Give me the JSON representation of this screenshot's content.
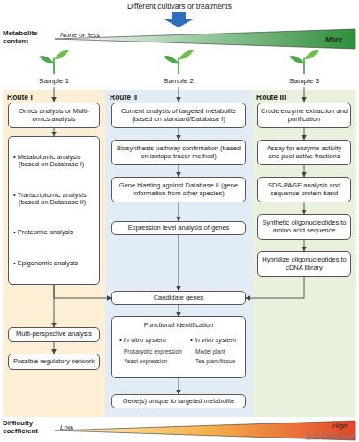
{
  "diagram": {
    "nodes": [
      {
        "text": [
          "Route I"
        ]
      },
      {
        "text": [
          "Omics analysis or Multi-omics analysis"
        ],
        "in": 0
      },
      {
        "text": [
          "• Metabolomic analysis (based on Database I)",
          "• Transcriptomic analysis (based on Database II)",
          "• Proteomic analysis",
          "• Epigenomic analysis"
        ],
        "in": 0
      },
      {
        "text": [
          "Multi-perspective analysis"
        ],
        "in": 0
      },
      {
        "text": [
          "Possible regulatory network"
        ],
        "in": 0
      },
      {
        "text": [
          "Route II"
        ]
      },
      {
        "text": [
          "Content analysis of targeted metabolite (based on standard/Database I)"
        ],
        "in": 5
      },
      {
        "text": [
          "Biosynthesis pathway confirmation (based on isotope tracer method)"
        ],
        "in": 5
      },
      {
        "text": [
          "Gene blasting against Database II (gene information from other species)"
        ],
        "in": 5
      },
      {
        "text": [
          "Expression level analysis of genes"
        ],
        "in": 5
      },
      {
        "text": [
          "Candidate genes"
        ],
        "in": 5
      },
      {
        "text": [
          "Functional identification",
          "• In vitro system",
          "Prokaryotic expression",
          "Yeast expression",
          "• In vivo system",
          "Model plant",
          "Tea plant/tissue"
        ],
        "in": 5
      },
      {
        "text": [
          "Gene(s) unique to targeted metabolite"
        ],
        "in": 5
      },
      {
        "text": [
          "Route III"
        ]
      },
      {
        "text": [
          "Crude enzyme extraction and purification"
        ],
        "in": 13
      },
      {
        "text": [
          "Assay for enzyme activity and pool active fractions"
        ],
        "in": 13
      },
      {
        "text": [
          "SDS-PAGE analysis and sequence protein band"
        ],
        "in": 13
      },
      {
        "text": [
          "Synthetic oligonucleotides to amino acid sequence"
        ],
        "in": 13
      },
      {
        "text": [
          "Hybridize oligonucleotides to cDNA library"
        ],
        "in": 13
      }
    ],
    "edges": [
      {
        "from": 1,
        "to": 2,
        "arrow": "to"
      },
      {
        "from": 2,
        "to": 3,
        "arrow": "to"
      },
      {
        "from": 2,
        "to": 10,
        "arrow": "to"
      },
      {
        "from": 3,
        "to": 4,
        "arrow": "to"
      },
      {
        "from": 6,
        "to": 7,
        "arrow": "to"
      },
      {
        "from": 7,
        "to": 8,
        "arrow": "to"
      },
      {
        "from": 8,
        "to": 9,
        "arrow": "to"
      },
      {
        "from": 9,
        "to": 10,
        "arrow": "to"
      },
      {
        "from": 10,
        "to": 11,
        "arrow": "to"
      },
      {
        "from": 11,
        "to": 12,
        "arrow": "to"
      },
      {
        "from": 14,
        "to": 15,
        "arrow": "to"
      },
      {
        "from": 15,
        "to": 16,
        "arrow": "to"
      },
      {
        "from": 16,
        "to": 17,
        "arrow": "to"
      },
      {
        "from": 17,
        "to": 18,
        "arrow": "to"
      },
      {
        "from": 18,
        "to": 10,
        "arrow": "to"
      }
    ],
    "labels": [
      "Different cultivars or treatments",
      "Metabolite content",
      "None or less",
      "More",
      "Sample 1",
      "Sample 2",
      "Sample 3",
      "Difficulty coefficient",
      "Low",
      "High",
      "百家号/茶与生物"
    ]
  }
}
